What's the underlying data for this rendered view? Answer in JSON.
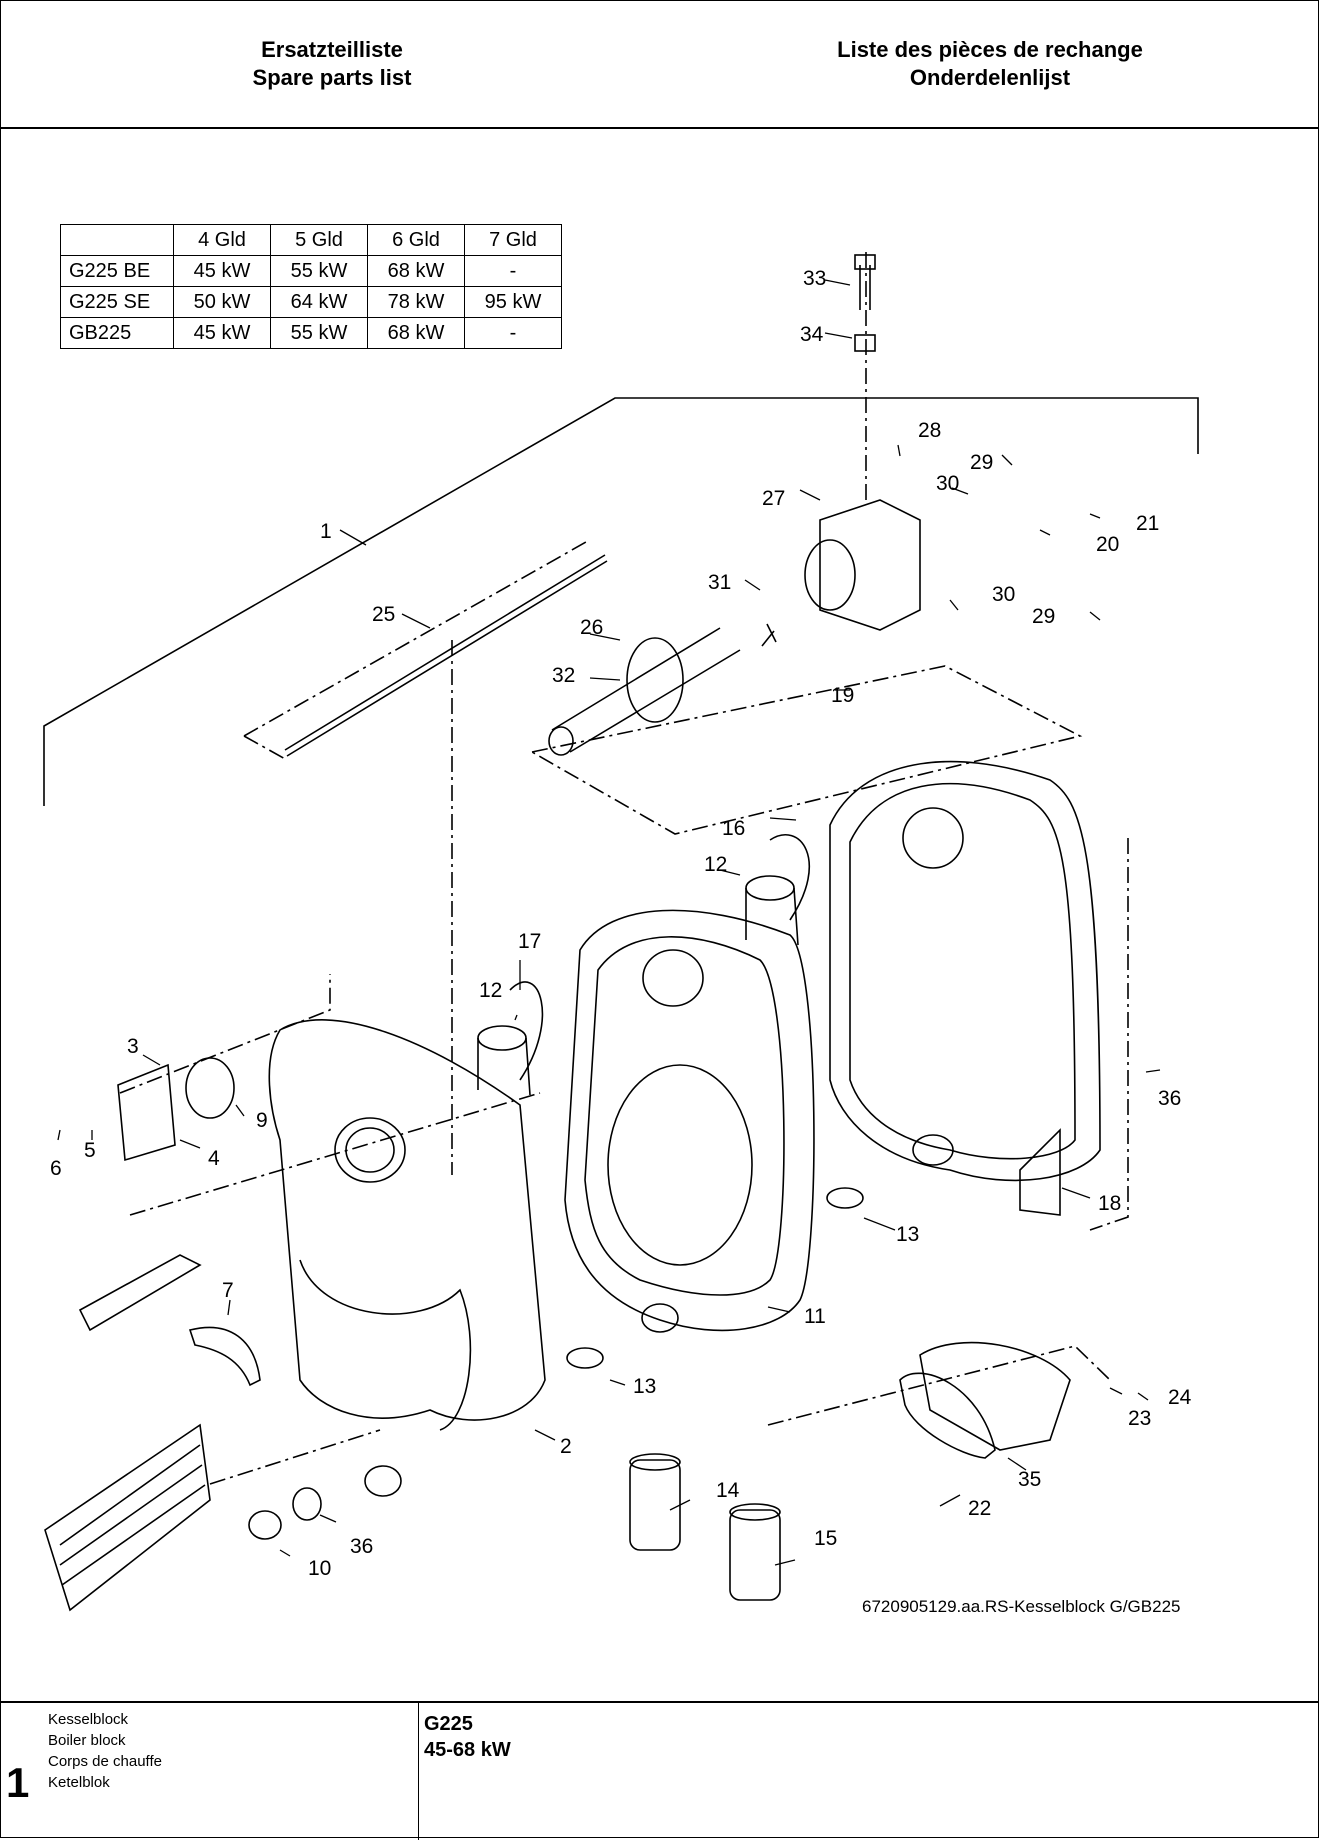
{
  "header": {
    "title_de": "Ersatzteilliste",
    "title_en": "Spare parts list",
    "title_fr": "Liste des pièces de rechange",
    "title_nl": "Onderdelenlijst"
  },
  "spec_table": {
    "columns": [
      "",
      "4 Gld",
      "5 Gld",
      "6 Gld",
      "7 Gld"
    ],
    "rows": [
      [
        "G225 BE",
        "45 kW",
        "55 kW",
        "68 kW",
        "-"
      ],
      [
        "G225 SE",
        "50 kW",
        "64 kW",
        "78 kW",
        "95 kW"
      ],
      [
        "GB225",
        "45 kW",
        "55 kW",
        "68 kW",
        "-"
      ]
    ]
  },
  "callouts": [
    "1",
    "2",
    "3",
    "4",
    "5",
    "6",
    "7",
    "9",
    "10",
    "11",
    "12",
    "12",
    "13",
    "13",
    "14",
    "15",
    "16",
    "17",
    "18",
    "19",
    "20",
    "21",
    "22",
    "23",
    "24",
    "25",
    "26",
    "27",
    "28",
    "29",
    "29",
    "30",
    "30",
    "31",
    "32",
    "33",
    "34",
    "35",
    "36",
    "36"
  ],
  "drawing_caption": "6720905129.aa.RS-Kesselblock G/GB225",
  "footer": {
    "page_number": "1",
    "lines": [
      "Kesselblock",
      "Boiler block",
      "Corps de chauffe",
      "Ketelblok"
    ],
    "model": "G225",
    "power_range": "45-68 kW"
  }
}
